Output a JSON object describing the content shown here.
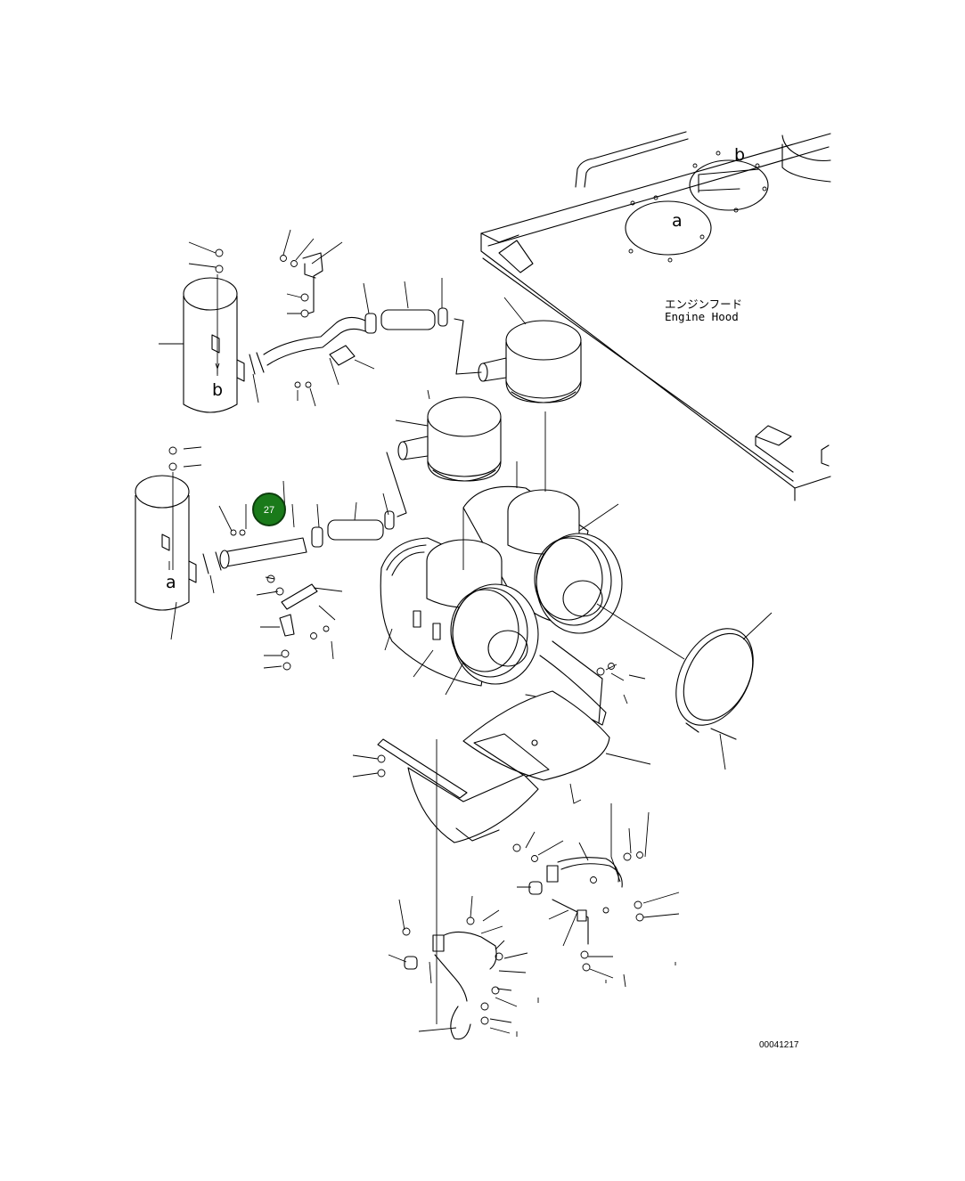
{
  "diagram": {
    "hood_label_jp": "エンジンフード",
    "hood_label_en": "Engine Hood",
    "ref_a": "a",
    "ref_b": "b",
    "drawing_number": "00041217",
    "callout": {
      "number": "27",
      "color": "#1a7a1a",
      "border": "#0d3d0d"
    }
  }
}
